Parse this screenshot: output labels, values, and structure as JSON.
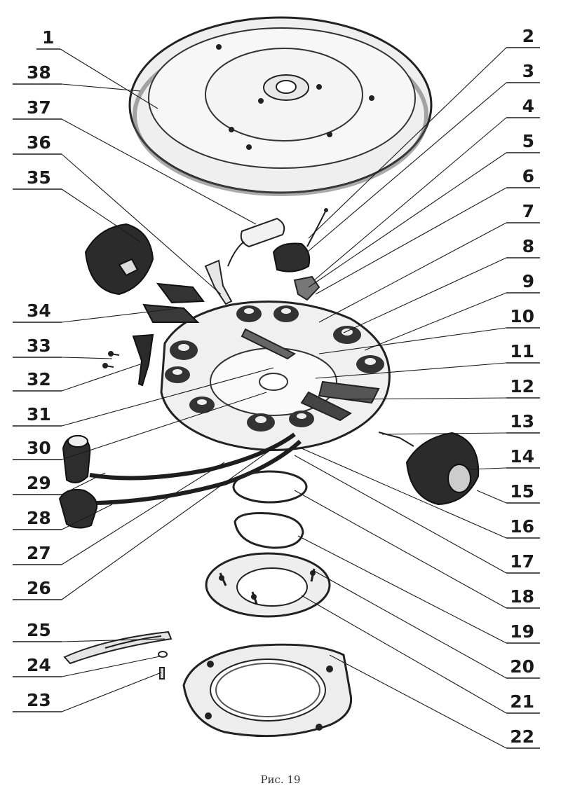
{
  "labels": {
    "left": [
      "38",
      "37",
      "36",
      "35",
      "34",
      "33",
      "32",
      "31",
      "30",
      "29",
      "28",
      "27",
      "26",
      "25",
      "24",
      "23"
    ],
    "top": "1",
    "right": [
      "2",
      "3",
      "4",
      "5",
      "6",
      "7",
      "8",
      "9",
      "10",
      "11",
      "12",
      "13",
      "14",
      "15",
      "16",
      "17",
      "18",
      "19",
      "20",
      "21",
      "22"
    ]
  },
  "caption": "Рис. 19",
  "colors": {
    "ink": "#1e1e1e",
    "paper": "#ffffff"
  }
}
